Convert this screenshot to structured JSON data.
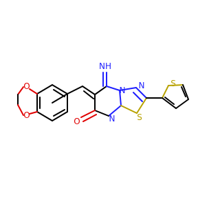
{
  "molecule": {
    "atoms": {
      "imine_nh": {
        "text": "NH",
        "color": "#1f1fff"
      },
      "ring_n_top": {
        "text": "N",
        "color": "#1f1fff"
      },
      "ring_n_right": {
        "text": "N",
        "color": "#1f1fff"
      },
      "ring_n_bottom": {
        "text": "N",
        "color": "#1f1fff"
      },
      "carbonyl_o": {
        "text": "O",
        "color": "#e00000"
      },
      "dioxole_o_top": {
        "text": "O",
        "color": "#e00000"
      },
      "dioxole_o_bottom": {
        "text": "O",
        "color": "#e00000"
      },
      "thiadiazole_s": {
        "text": "S",
        "color": "#b8a200"
      },
      "thiophene_s": {
        "text": "S",
        "color": "#b8a200"
      }
    }
  }
}
